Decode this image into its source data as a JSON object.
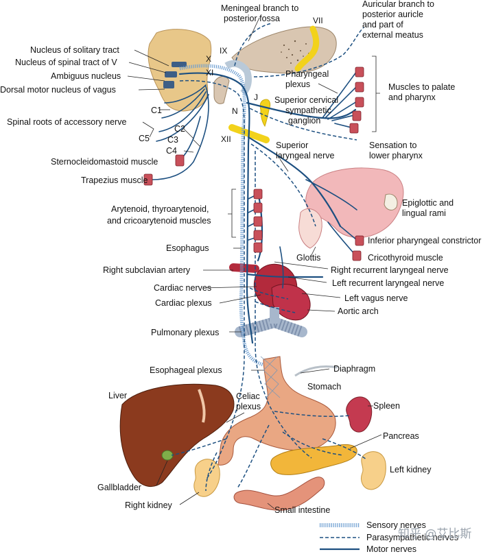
{
  "labels": {
    "meningeal": [
      "Meningeal branch to",
      "posterior fossa"
    ],
    "auricular": [
      "Auricular branch to",
      "posterior auricle",
      "and part of",
      "external meatus"
    ],
    "vii": "VII",
    "ix": "IX",
    "x": "X",
    "xi": "XI",
    "xii": "XII",
    "n": "N",
    "j": "J",
    "solitary": "Nucleus of solitary tract",
    "spinal_v": "Nucleus of spinal tract of V",
    "ambiguus": "Ambiguus nucleus",
    "dorsal_motor": "Dorsal motor nucleus of vagus",
    "c1": "C1",
    "spinal_roots": "Spinal roots of accessory nerve",
    "c5": "C5",
    "c2": "C2",
    "c3": "C3",
    "c4": "C4",
    "pharyngeal_plexus": [
      "Pharyngeal",
      "plexus"
    ],
    "superior_cervical": [
      "Superior cervical",
      "sympathetic",
      "ganglion"
    ],
    "muscles_palate": [
      "Muscles to palate",
      "and pharynx"
    ],
    "sensation_lower": [
      "Sensation to",
      "lower pharynx"
    ],
    "superior_laryngeal": [
      "Superior",
      "laryngeal nerve"
    ],
    "sternocleidomastoid": "Sternocleidomastoid muscle",
    "trapezius": "Trapezius muscle",
    "epiglottic": [
      "Epiglottic and",
      "lingual rami"
    ],
    "arytenoid": [
      "Arytenoid, thyroarytenoid,",
      "and cricoarytenoid muscles"
    ],
    "inferior_constrictor": "Inferior pharyngeal constrictor",
    "esophagus": "Esophagus",
    "glottis": "Glottis",
    "cricothyroid": "Cricothyroid muscle",
    "right_subclavian": "Right subclavian artery",
    "right_recurrent": "Right recurrent laryngeal nerve",
    "left_recurrent": "Left recurrent laryngeal nerve",
    "cardiac_nerves": "Cardiac nerves",
    "left_vagus": "Left vagus nerve",
    "cardiac_plexus": "Cardiac plexus",
    "aortic_arch": "Aortic arch",
    "pulmonary_plexus": "Pulmonary plexus",
    "esophageal_plexus": "Esophageal plexus",
    "diaphragm": "Diaphragm",
    "stomach": "Stomach",
    "liver": "Liver",
    "celiac_plexus": [
      "Celiac",
      "plexus"
    ],
    "spleen": "Spleen",
    "pancreas": "Pancreas",
    "left_kidney": "Left kidney",
    "gallbladder": "Gallbladder",
    "right_kidney": "Right kidney",
    "small_intestine": "Small intestine"
  },
  "legend": {
    "sensory": "Sensory nerves",
    "parasympathetic": "Parasympathetic nerves",
    "motor": "Motor nerves"
  },
  "watermark": "知乎 @艾比斯",
  "colors": {
    "motor": "#1c4f80",
    "sensory": "#6d9ed1",
    "muscle": "#c8505a",
    "brainstem": "#e8c789",
    "liver": "#8b3a1e",
    "stomach": "#e9a783",
    "kidney": "#f7d08a",
    "ganglion": "#f2d21b"
  }
}
